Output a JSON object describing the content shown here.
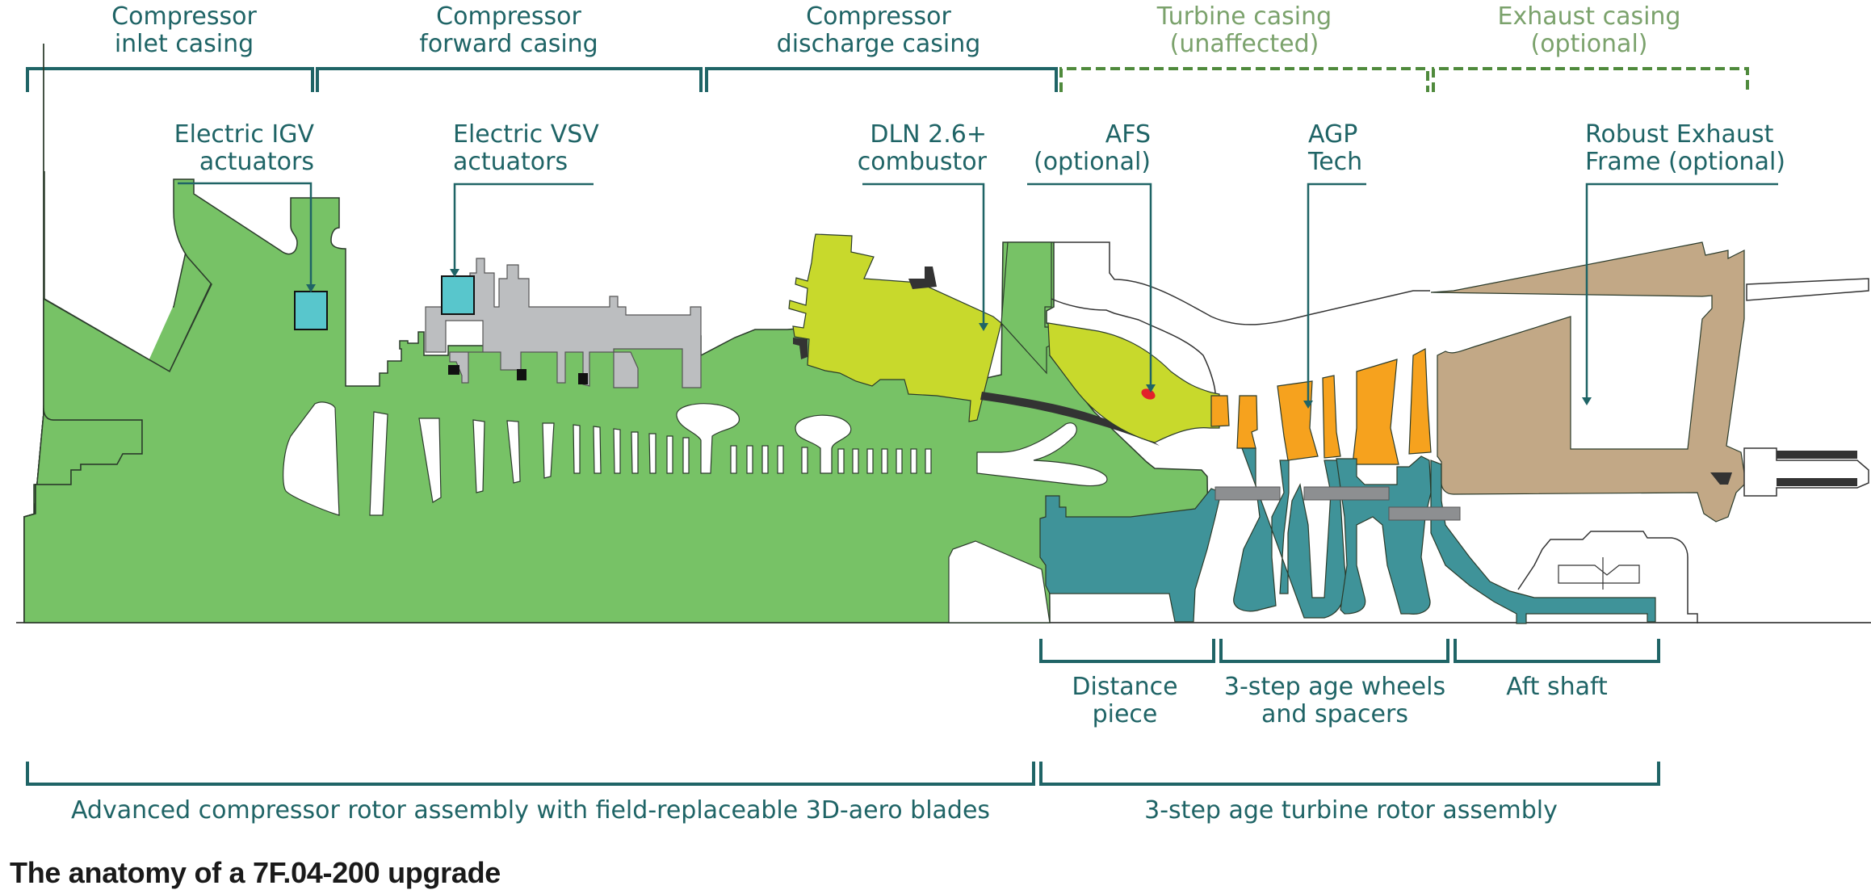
{
  "colors": {
    "label": "#1f6466",
    "label_muted": "#7ba26c",
    "bracket": "#1f6466",
    "bracket_dashed": "#4f8a3c",
    "compressor": "#77c266",
    "actuator": "#58c6cc",
    "casing_grey": "#bcbec0",
    "combustor": "#c8d92c",
    "turbine_blades": "#f6a21e",
    "rotor": "#3f9399",
    "exhaust_frame": "#c2a886",
    "afs_dot": "#e3202a",
    "dark_part": "#333333"
  },
  "top_brackets": [
    {
      "label": "Compressor\ninlet casing",
      "style": "solid"
    },
    {
      "label": "Compressor\nforward casing",
      "style": "solid"
    },
    {
      "label": "Compressor\ndischarge casing",
      "style": "solid"
    },
    {
      "label": "Turbine casing\n(unaffected)",
      "style": "dashed"
    },
    {
      "label": "Exhaust casing\n(optional)",
      "style": "dashed"
    }
  ],
  "callouts": [
    {
      "label": "Electric IGV\nactuators"
    },
    {
      "label": "Electric VSV\nactuators"
    },
    {
      "label": "DLN 2.6+\ncombustor"
    },
    {
      "label": "AFS\n(optional)"
    },
    {
      "label": "AGP\nTech"
    },
    {
      "label": "Robust Exhaust\nFrame (optional)"
    }
  ],
  "lower_brackets": [
    {
      "label": "Distance\npiece"
    },
    {
      "label": "3-step age wheels\nand spacers"
    },
    {
      "label": "Aft shaft"
    }
  ],
  "bottom_brackets": [
    {
      "label": "Advanced compressor rotor assembly with field-replaceable 3D-aero blades"
    },
    {
      "label": "3-step age turbine rotor assembly"
    }
  ],
  "caption": "The anatomy of a 7F.04-200 upgrade"
}
